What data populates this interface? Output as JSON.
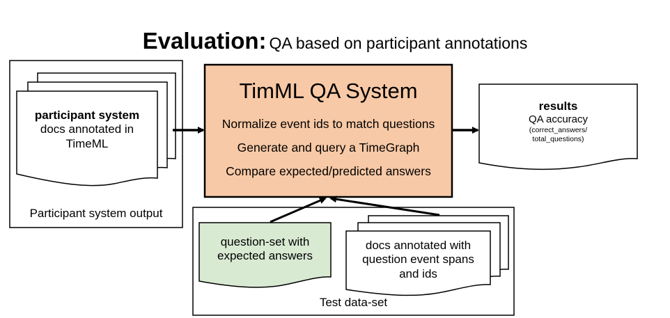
{
  "title": {
    "bold": "Evaluation:",
    "rest": "QA based on participant annotations"
  },
  "participant_panel": {
    "doc_title": "participant system",
    "doc_line1": "docs annotated in",
    "doc_line2": "TimeML",
    "caption": "Participant system output"
  },
  "qa_system": {
    "title": "TimML QA System",
    "steps": [
      "Normalize event ids to match questions",
      "Generate and query a TimeGraph",
      "Compare expected/predicted answers"
    ]
  },
  "results": {
    "title": "results",
    "line1": "QA accuracy",
    "line2": "(correct_answers/",
    "line3": "total_questions)"
  },
  "test_panel": {
    "question_line1": "question-set with",
    "question_line2": "expected answers",
    "docs_line1": "docs annotated with",
    "docs_line2": "question event spans",
    "docs_line3": "and ids",
    "caption": "Test data-set"
  },
  "colors": {
    "qa_fill": "#f8c9a6",
    "question_fill": "#d9ead3",
    "stroke": "#000000"
  }
}
